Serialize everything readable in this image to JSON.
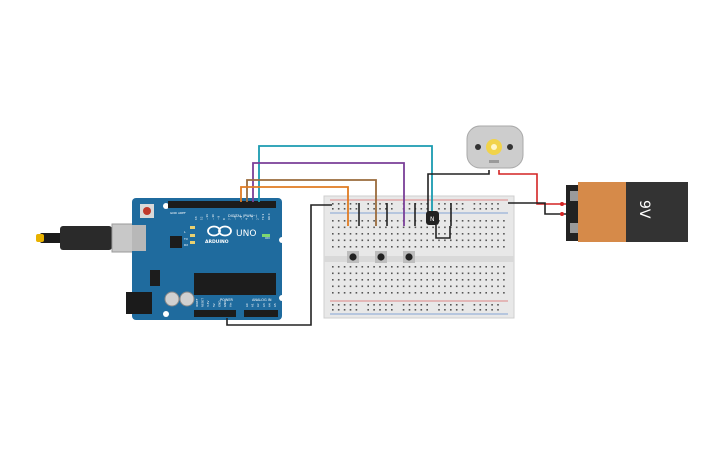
{
  "board": {
    "brand": "ARDUINO",
    "model": "UNO",
    "digital_label": "DIGITAL (PWM~)",
    "power_label": "POWER",
    "analog_label": "ANALOG IN",
    "on_label": "ON",
    "tx_label": "TX",
    "rx_label": "RX",
    "l_label": "L",
    "aref_label": "AREF",
    "gnd_label": "GND",
    "digital_pins": [
      "13",
      "12",
      "~11",
      "~10",
      "~9",
      "8",
      "7",
      "~6",
      "~5",
      "4",
      "~3",
      "2",
      "TX 1",
      "RX 0"
    ],
    "power_pins": [
      "IOREF",
      "RESET",
      "3.3V",
      "5V",
      "GND",
      "GND",
      "Vin"
    ],
    "analog_pins": [
      "A0",
      "A1",
      "A2",
      "A3",
      "A4",
      "A5"
    ]
  },
  "battery": {
    "label": "9V"
  },
  "transistor": {
    "label": "N"
  },
  "colors": {
    "board": "#1f6b9e",
    "breadboard": "#e8e8e8",
    "wire_teal": "#1a9bb0",
    "wire_purple": "#7a3f98",
    "wire_brown": "#9a6b3c",
    "wire_orange": "#e07b22",
    "wire_black": "#222222",
    "wire_red": "#d42424",
    "battery_orange": "#d68a49",
    "battery_dark": "#333333"
  }
}
